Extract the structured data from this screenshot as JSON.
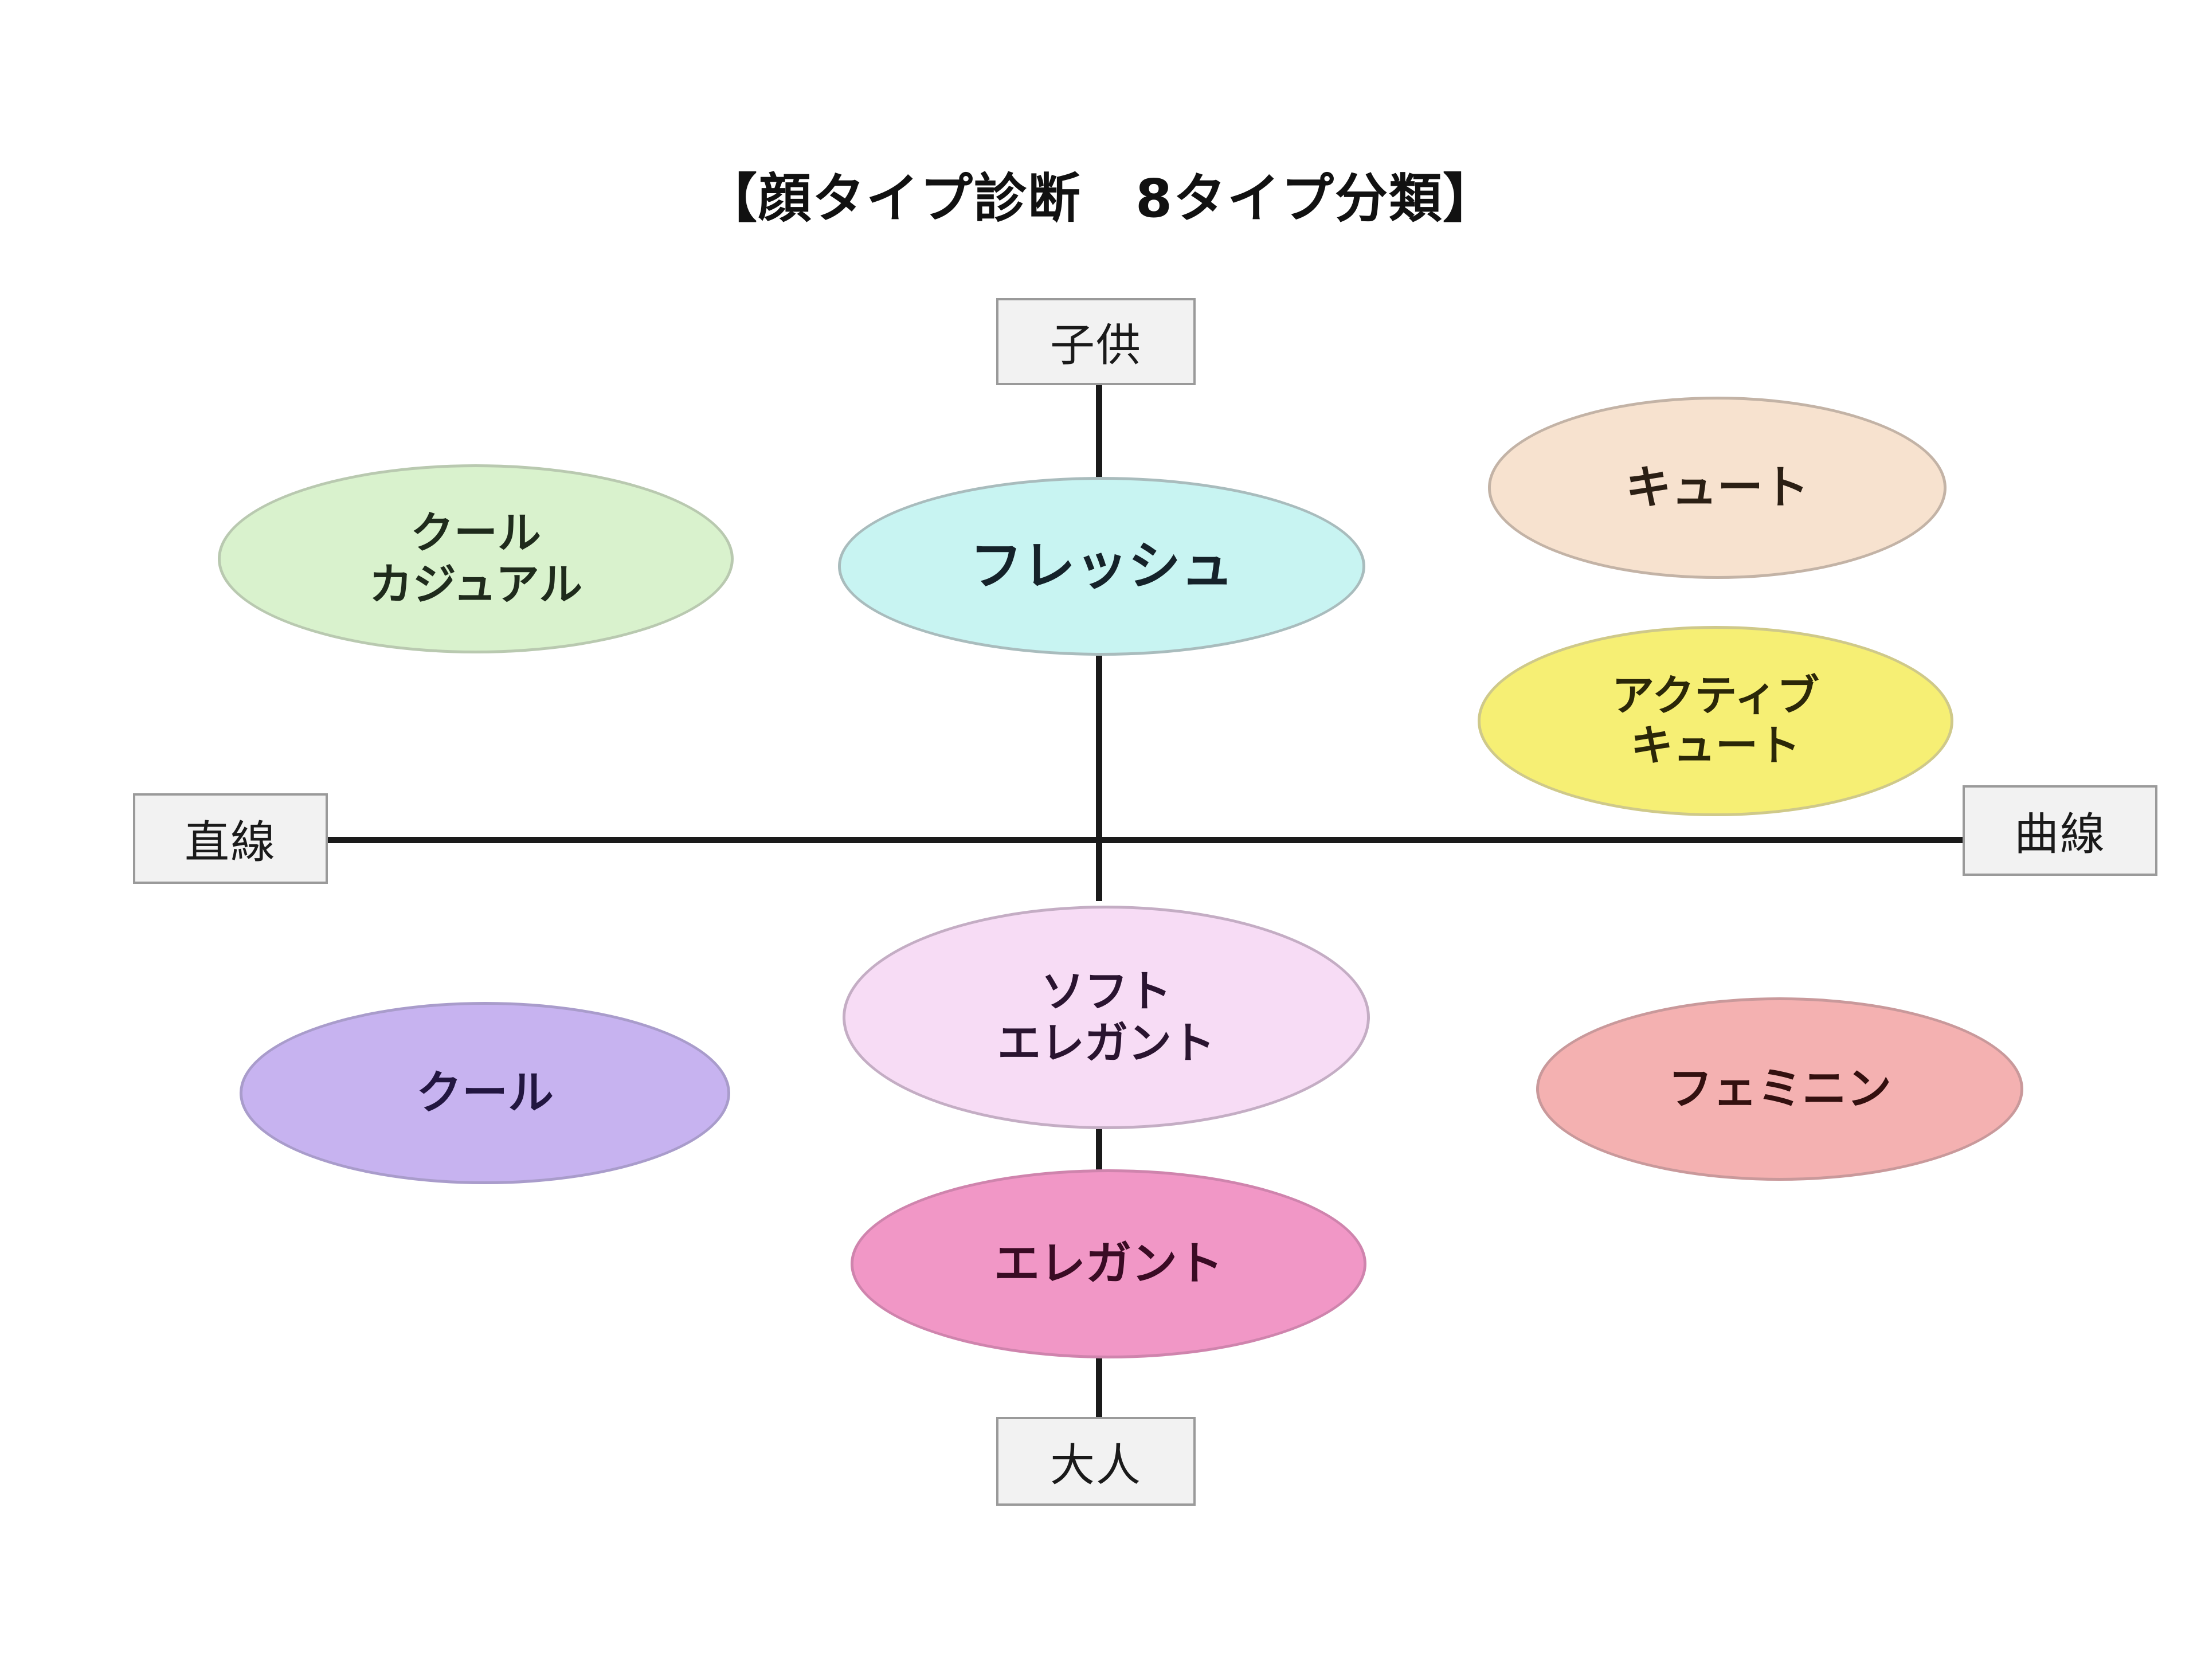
{
  "title": "【顔タイプ診断　8タイプ分類】",
  "axis": {
    "vertical": {
      "top_label": "子供",
      "bottom_label": "大人"
    },
    "horizontal": {
      "left_label": "直線",
      "right_label": "曲線"
    }
  },
  "types": [
    {
      "id": "cool-casual",
      "lines": [
        "クール",
        "カジュアル"
      ],
      "line1": "クール",
      "line2": "カジュアル",
      "fill": "#d9f2cd",
      "quadrant": "upper-left"
    },
    {
      "id": "fresh",
      "lines": [
        "フレッシュ"
      ],
      "line1": "フレッシュ",
      "fill": "#c8f4f2",
      "quadrant": "upper-center"
    },
    {
      "id": "cute",
      "lines": [
        "キュート"
      ],
      "line1": "キュート",
      "fill": "#f7e2cf",
      "quadrant": "upper-right"
    },
    {
      "id": "active-cute",
      "lines": [
        "アクティブ",
        "キュート"
      ],
      "line1": "アクティブ",
      "line2": "キュート",
      "fill": "#f6ef74",
      "quadrant": "upper-right"
    },
    {
      "id": "cool",
      "lines": [
        "クール"
      ],
      "line1": "クール",
      "fill": "#c7b3f0",
      "quadrant": "lower-left"
    },
    {
      "id": "soft-elegant",
      "lines": [
        "ソフト",
        "エレガント"
      ],
      "line1": "ソフト",
      "line2": "エレガント",
      "fill": "#f7dcf5",
      "quadrant": "lower-center"
    },
    {
      "id": "elegant",
      "lines": [
        "エレガント"
      ],
      "line1": "エレガント",
      "fill": "#f197c6",
      "quadrant": "lower-center"
    },
    {
      "id": "feminine",
      "lines": [
        "フェミニン"
      ],
      "line1": "フェミニン",
      "fill": "#f4b1b1",
      "quadrant": "lower-right"
    }
  ],
  "colors": {
    "background": "#ffffff",
    "axis_line": "#1a1a1a",
    "label_box_fill": "#f2f2f2",
    "label_box_border": "#9a9a9a",
    "text": "#111111"
  }
}
